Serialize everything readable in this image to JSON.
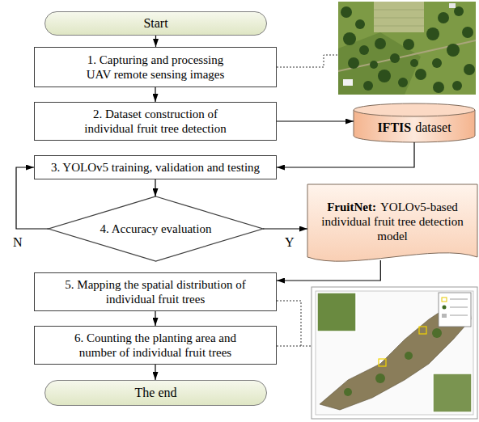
{
  "diagram": {
    "nodes": [
      {
        "text": [
          "Start"
        ]
      },
      {
        "text": [
          "1. Capturing and processing UAV remote sensing images"
        ]
      },
      {
        "text": [
          "2. Dataset construction of individual fruit tree detection"
        ]
      },
      {
        "text": [
          "IFTIS",
          "dataset"
        ]
      },
      {
        "text": [
          "3. YOLOv5 training, validation and testing"
        ]
      },
      {
        "text": [
          "4. Accuracy evaluation"
        ]
      },
      {
        "text": [
          "FruitNet:",
          "YOLOv5-based individual fruit tree detection model"
        ]
      },
      {
        "text": [
          "5. Mapping the spatial distribution of individual fruit trees"
        ]
      },
      {
        "text": [
          "6. Counting the planting area and number of individual fruit trees"
        ]
      },
      {
        "text": [
          "The end"
        ]
      }
    ],
    "edges": [
      {
        "from": 0,
        "to": 1,
        "arrow": "to"
      },
      {
        "from": 1,
        "to": 2,
        "arrow": "to"
      },
      {
        "from": 2,
        "to": 3,
        "arrow": "to"
      },
      {
        "from": 3,
        "to": 4,
        "arrow": "to"
      },
      {
        "from": 4,
        "to": 5,
        "arrow": "to"
      },
      {
        "from": 5,
        "to": 4,
        "label": "N",
        "arrow": "to"
      },
      {
        "from": 5,
        "to": 6,
        "label": "Y",
        "arrow": "to"
      },
      {
        "from": 6,
        "to": 7,
        "arrow": "to"
      },
      {
        "from": 7,
        "to": 8,
        "arrow": "to"
      },
      {
        "from": 8,
        "to": 9,
        "arrow": "to"
      }
    ]
  }
}
